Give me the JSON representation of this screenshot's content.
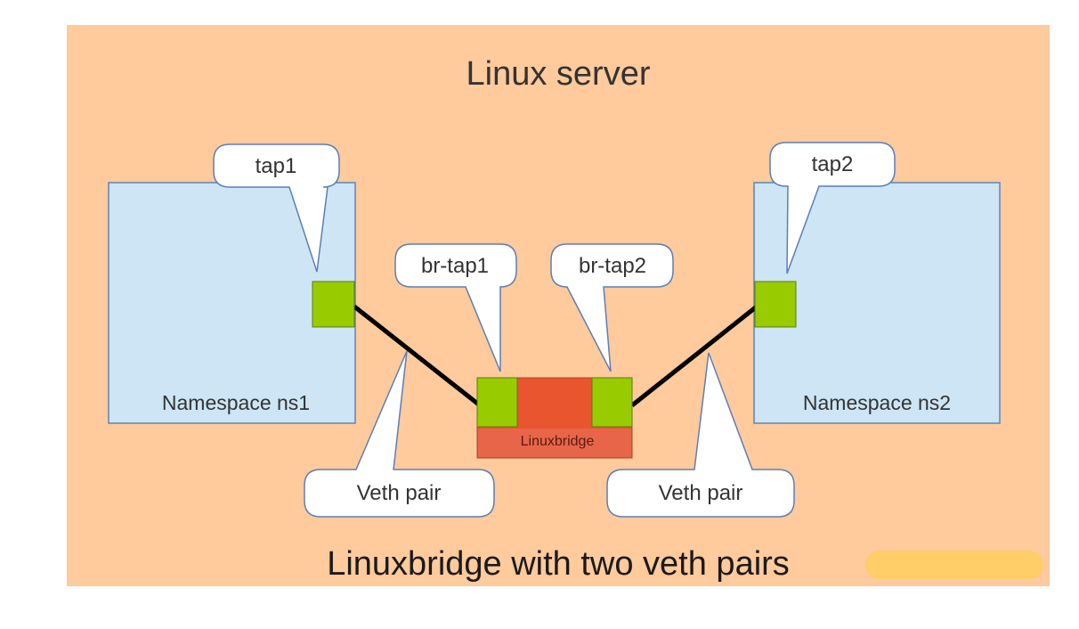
{
  "title": "Linux server",
  "caption": "Linuxbridge with two veth pairs",
  "namespaces": {
    "left": "Namespace ns1",
    "right": "Namespace ns2"
  },
  "bridge": {
    "label": "Linuxbridge"
  },
  "callouts": {
    "tap1": "tap1",
    "tap2": "tap2",
    "br_tap1": "br-tap1",
    "br_tap2": "br-tap2",
    "veth_left": "Veth pair",
    "veth_right": "Veth pair"
  },
  "colors": {
    "server_background": "#FFCA9C",
    "namespace_fill": "#CDE5F5",
    "namespace_border": "#5B84BC",
    "port_fill": "#99CC00",
    "bridge_fill": "#E8552F",
    "bridge_label_fill": "#E8654A",
    "cable": "#000000",
    "callout_border": "#5B7FB6",
    "highlight": "#FFCF5F"
  }
}
